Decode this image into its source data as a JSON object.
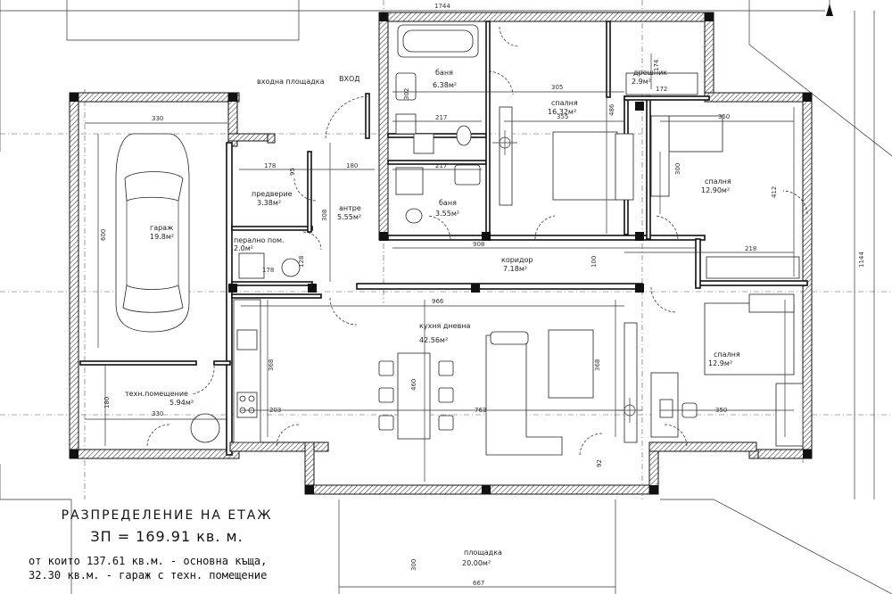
{
  "summary": {
    "title": "РАЗПРЕДЕЛЕНИЕ НА ЕТАЖ",
    "area": "ЗП = 169.91 кв. м.",
    "line1": "от които 137.61 кв.м. - основна къща,",
    "line2": "32.30 кв.м. - гараж с техн. помещение"
  },
  "labels": {
    "entry_platform": "входна площадка",
    "entrance": "ВХОД"
  },
  "rooms": [
    {
      "name": "баня",
      "area": "6.38м²"
    },
    {
      "name": "дрешник",
      "area": "2.9м²"
    },
    {
      "name": "спалня",
      "area": "16.32м²"
    },
    {
      "name": "спалня",
      "area": "12.90м²"
    },
    {
      "name": "баня",
      "area": "3.55м²"
    },
    {
      "name": "антре",
      "area": "5.55м²"
    },
    {
      "name": "предверие",
      "area": "3.38м²"
    },
    {
      "name": "гараж",
      "area": "19.8м²"
    },
    {
      "name": "перално пом.",
      "area": "2.0м²"
    },
    {
      "name": "коридор",
      "area": "7.18м²"
    },
    {
      "name": "кухня дневна",
      "area": "42.56м²"
    },
    {
      "name": "спалня",
      "area": "12.9м²"
    },
    {
      "name": "техн.помещение",
      "area": "5.94м²"
    },
    {
      "name": "площадка",
      "area": "20.00м²"
    }
  ],
  "dimensions": [
    "1744",
    "1144",
    "330",
    "600",
    "305",
    "172",
    "355",
    "486",
    "174",
    "350",
    "412",
    "300",
    "217",
    "217",
    "178",
    "95",
    "180",
    "178",
    "128",
    "308",
    "302",
    "908",
    "100",
    "218",
    "966",
    "368",
    "460",
    "368",
    "763",
    "350",
    "203",
    "180",
    "330",
    "300",
    "667",
    "92"
  ]
}
